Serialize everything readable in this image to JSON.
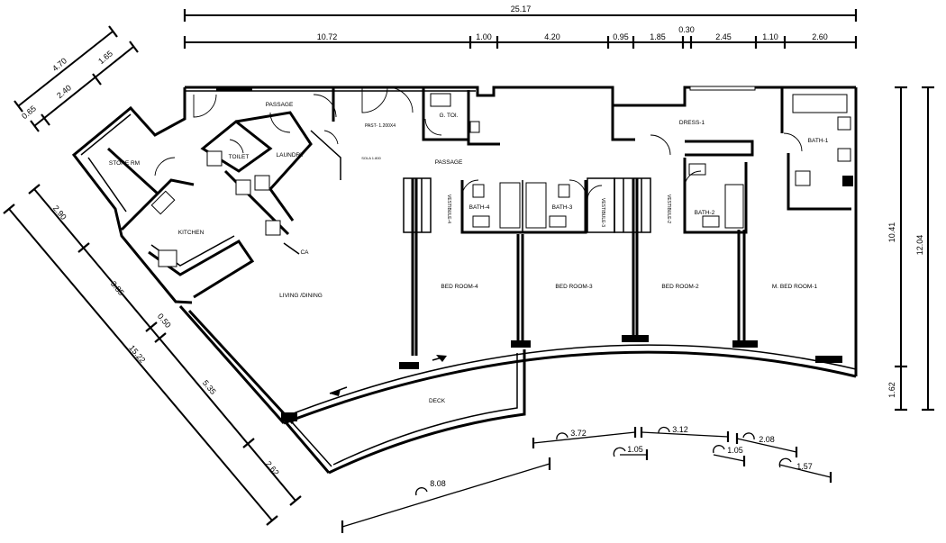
{
  "rooms": {
    "passage_top": "PASSAGE",
    "maid_room": "PAST- 1.200X4",
    "g_toilet": "G. TOI.",
    "store": "STORE RM",
    "toilet": "TOILET",
    "laundry": "LAUNDRY",
    "passage": "PASSAGE",
    "kitchen": "KITCHEN",
    "living": "LIVING /DINING",
    "deck": "DECK",
    "bath4": "BATH-4",
    "bath3": "BATH-3",
    "vest4": "VESTIBULE-4",
    "vest3": "VESTIBULE-3",
    "vest2": "VESTIBULE-2",
    "bath2": "BATH-2",
    "dress1": "DRESS-1",
    "bath1": "BATH-1",
    "bed4": "BED ROOM-4",
    "bed3": "BED ROOM-3",
    "bed2": "BED ROOM-2",
    "mbed1": "M. BED ROOM-1",
    "ca": "CA",
    "small_note": "SOLA 1.800"
  },
  "dimensions": {
    "overall_width": "25.17",
    "segments": [
      "10.72",
      "1.00",
      "4.20",
      "0.95",
      "1.85",
      "0.30",
      "2.45",
      "1.10",
      "2.60"
    ],
    "right_total": "12.04",
    "right_upper": "10.41",
    "right_lower": "1.62",
    "diag_top_outer": "4.70",
    "diag_top_a": "0.65",
    "diag_top_b": "2.40",
    "diag_top_c": "1.65",
    "diag_left_total": "15.22",
    "diag_left_a": "2.90",
    "diag_left_b": "3.85",
    "diag_left_c": "0.50",
    "diag_left_d": "5.35",
    "diag_left_e": "2.62",
    "arc_808": "8.08",
    "arc_372": "3.72",
    "arc_312": "3.12",
    "arc_208": "2.08",
    "arc_105a": "1.05",
    "arc_105b": "1.05",
    "arc_157": "1.57"
  }
}
